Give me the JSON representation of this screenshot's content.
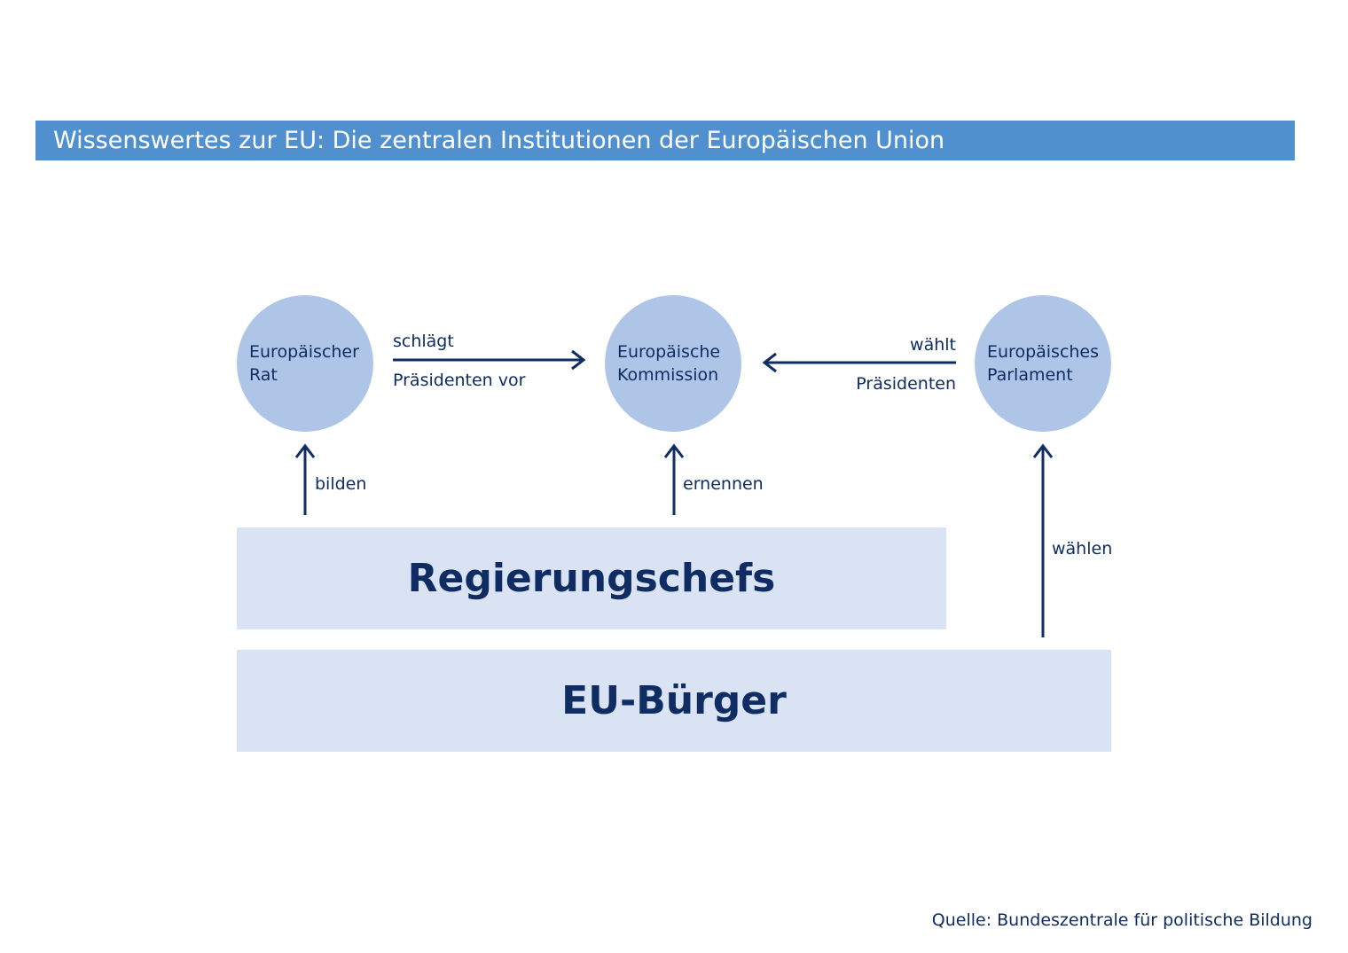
{
  "title": "Wissenswertes zur EU: Die zentralen Institutionen der Europäischen Union",
  "colors": {
    "title_bar": "#5190cf",
    "circle": "#afc5e7",
    "box": "#d9e3f4",
    "text": "#0f2d63"
  },
  "institutions": {
    "rat": {
      "line1": "Europäischer",
      "line2": "Rat"
    },
    "kommission": {
      "line1": "Europäische",
      "line2": "Kommission"
    },
    "parlament": {
      "line1": "Europäisches",
      "line2": "Parlament"
    }
  },
  "relations": {
    "rat_to_kommission": {
      "top": "schlägt",
      "bottom": "Präsidenten vor"
    },
    "parlament_to_kommission": {
      "top": "wählt",
      "bottom": "Präsidenten"
    },
    "bilden": "bilden",
    "ernennen": "ernennen",
    "waehlen": "wählen"
  },
  "groups": {
    "regierungschefs": "Regierungschefs",
    "buerger": "EU-Bürger"
  },
  "source": "Quelle: Bundeszentrale für politische Bildung"
}
